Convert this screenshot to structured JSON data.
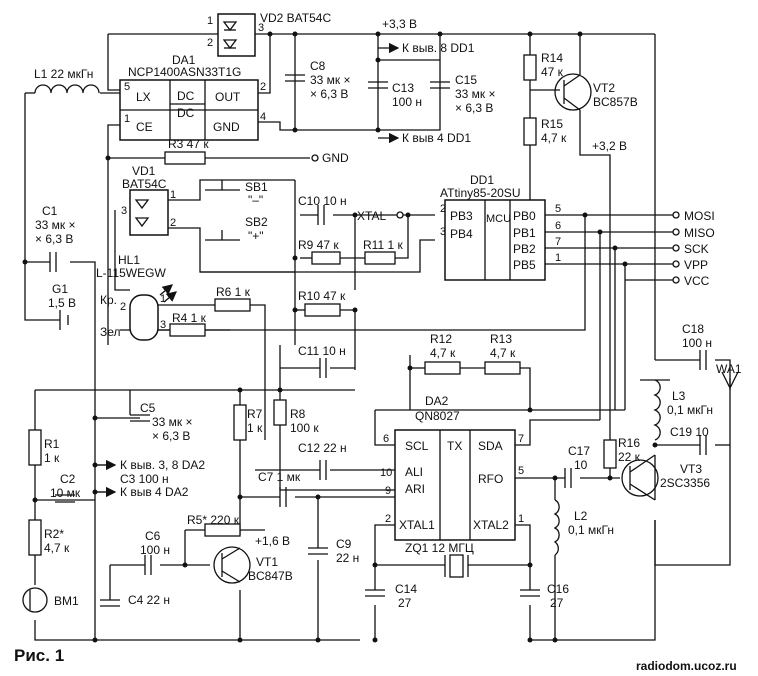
{
  "figure": {
    "caption": "Рис. 1",
    "site": "radiodom.ucoz.ru"
  },
  "ics": {
    "vd2": "VD2 BAT54C",
    "da1_ref": "DA1",
    "da1_part": "NCP1400ASN33T1G",
    "da1_lx": "LX",
    "da1_dc1": "DC",
    "da1_dc2": "DC",
    "da1_out": "OUT",
    "da1_ce": "CE",
    "da1_gnd": "GND",
    "dd1_ref": "DD1",
    "dd1_part": "ATtiny85-20SU",
    "dd1_pb3": "PB3",
    "dd1_pb4": "PB4",
    "dd1_mcu": "MCU",
    "dd1_pb0": "PB0",
    "dd1_pb1": "PB1",
    "dd1_pb2": "PB2",
    "dd1_pb5": "PB5",
    "da2_ref": "DA2",
    "da2_part": "QN8027",
    "da2_scl": "SCL",
    "da2_tx": "TX",
    "da2_sda": "SDA",
    "da2_ali": "ALI",
    "da2_ari": "ARI",
    "da2_rfo": "RFO",
    "da2_xtal1": "XTAL1",
    "da2_xtal2": "XTAL2"
  },
  "pins": {
    "p1": "1",
    "p2": "2",
    "p3": "3",
    "p4": "4",
    "p5": "5",
    "p6": "6",
    "p7": "7",
    "p8": "8",
    "p9": "9",
    "p10": "10"
  },
  "rails": {
    "v33": "+3,3 В",
    "v32": "+3,2 В",
    "v16": "+1,6 В",
    "to_dd1_8": "К выв. 8 DD1",
    "to_dd1_4": "К выв 4 DD1",
    "gnd": "GND",
    "xtal": "XTAL",
    "to_da2_38": "К выв. 3, 8 DA2",
    "to_da2_4": "К выв 4 DA2"
  },
  "connector": [
    "MOSI",
    "MISO",
    "SCK",
    "VPP",
    "VCC"
  ],
  "components": {
    "l1": "L1 22 мкГн",
    "c8a": "C8",
    "c8b": "33 мк ×",
    "c8c": "× 6,3 В",
    "c13a": "C13",
    "c13b": "100 н",
    "c15a": "C15",
    "c15b": "33 мк ×",
    "c15c": "× 6,3 В",
    "r14a": "R14",
    "r14b": "47 к",
    "vt2a": "VT2",
    "vt2b": "BC857B",
    "r15a": "R15",
    "r15b": "4,7 к",
    "r3": "R3 47 к",
    "vd1a": "VD1",
    "vd1b": "BAT54C",
    "sb1a": "SB1",
    "sb1b": "\"–\"",
    "sb2a": "SB2",
    "sb2b": "\"+\"",
    "c10": "C10 10 н",
    "c1a": "C1",
    "c1b": "33 мк ×",
    "c1c": "× 6,3 В",
    "r9": "R9 47 к",
    "r11": "R11 1 к",
    "g1a": "G1",
    "g1b": "1,5 В",
    "hl1a": "HL1",
    "hl1b": "L-115WEGW",
    "kr": "Кр.",
    "zel": "Зел",
    "r6": "R6 1 к",
    "r10": "R10 47 к",
    "r4": "R4 1 к",
    "c11": "C11 10 н",
    "r12a": "R12",
    "r12b": "4,7 к",
    "r13a": "R13",
    "r13b": "4,7 к",
    "c18a": "C18",
    "c18b": "100 н",
    "wa1": "WA1",
    "c5a": "C5",
    "c5b": "33 мк ×",
    "c5c": "× 6,3 В",
    "r7a": "R7",
    "r7b": "1 к",
    "r8a": "R8",
    "r8b": "100 к",
    "l3a": "L3",
    "l3b": "0,1 мкГн",
    "r1a": "R1",
    "r1b": "1 к",
    "c12": "C12 22 н",
    "c19": "C19 10",
    "c2a": "C2",
    "c2b": "10 мк",
    "c3": "C3 100 н",
    "c7": "C7 1 мк",
    "c17a": "C17",
    "c17b": "10",
    "r16a": "R16",
    "r16b": "22 к",
    "vt3a": "VT3",
    "vt3b": "2SC3356",
    "r2a": "R2*",
    "r2b": "4,7 к",
    "c4": "C4 22 н",
    "r5": "R5* 220 к",
    "c6a": "C6",
    "c6b": "100 н",
    "vt1a": "VT1",
    "vt1b": "BC847B",
    "c9a": "C9",
    "c9b": "22 н",
    "l2a": "L2",
    "l2b": "0,1 мкГн",
    "zq1": "ZQ1 12 МГЦ",
    "c14a": "C14",
    "c14b": "27",
    "c16a": "C16",
    "c16b": "27",
    "bm1": "BM1"
  }
}
